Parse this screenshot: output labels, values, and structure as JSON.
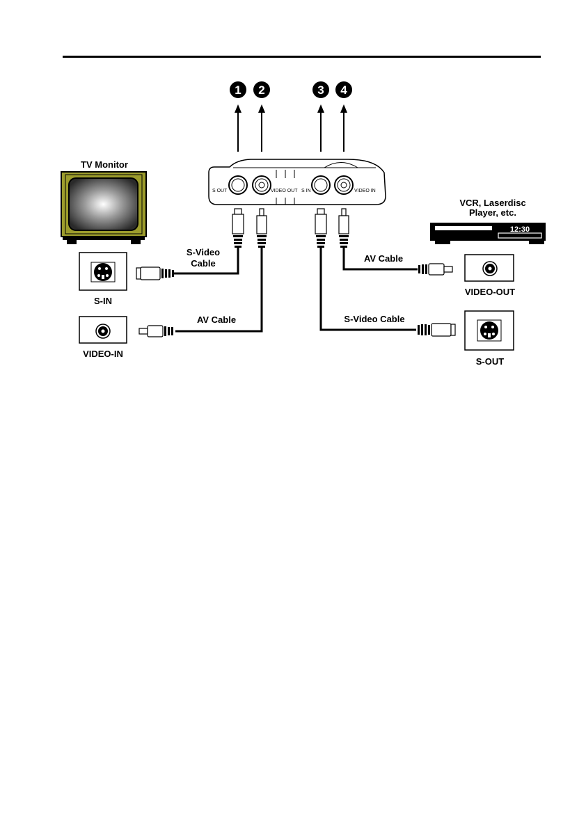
{
  "callouts": [
    "1",
    "2",
    "3",
    "4"
  ],
  "device": {
    "port_s_out": "S OUT",
    "port_video_out": "VIDEO OUT",
    "port_s_in": "S IN",
    "port_video_in": "VIDEO IN"
  },
  "tv": {
    "title": "TV Monitor"
  },
  "vcr": {
    "title_line1": "VCR, Laserdisc",
    "title_line2": "Player, etc.",
    "clock": "12:30"
  },
  "jacks": {
    "s_in": "S-IN",
    "video_in": "VIDEO-IN",
    "video_out": "VIDEO-OUT",
    "s_out": "S-OUT"
  },
  "cables": {
    "s_video_left_line1": "S-Video",
    "s_video_left_line2": "Cable",
    "av_left": "AV Cable",
    "av_right": "AV Cable",
    "s_video_right": "S-Video Cable"
  },
  "colors": {
    "tv_frame": "#9c9c2c",
    "ink": "#000000",
    "paper": "#ffffff"
  }
}
